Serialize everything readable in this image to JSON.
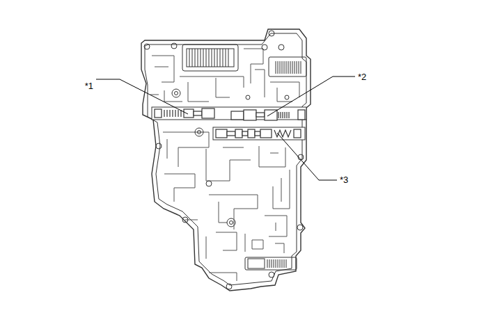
{
  "diagram": {
    "labels": [
      "*1",
      "*2",
      "*3"
    ]
  }
}
